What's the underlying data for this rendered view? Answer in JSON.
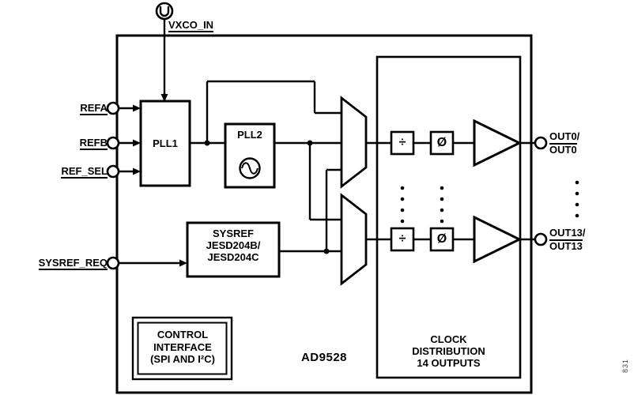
{
  "pins": {
    "vxco": "VXCO_IN",
    "refa": "REFA",
    "refb": "REFB",
    "ref_sel": "REF_SEL",
    "sysref_req": "SYSREF_REQ",
    "out0_line1": "OUT0/",
    "out0_line2": "OUT0",
    "out13_line1": "OUT13/",
    "out13_line2": "OUT13"
  },
  "blocks": {
    "pll1": "PLL1",
    "pll2": "PLL2",
    "sysref": [
      "SYSREF",
      "JESD204B/",
      "JESD204C"
    ],
    "control": [
      "CONTROL",
      "INTERFACE",
      "(SPI AND I²C)"
    ],
    "clock_dist": [
      "CLOCK",
      "DISTRIBUTION",
      "14 OUTPUTS"
    ],
    "divider": "÷",
    "phase": "Ø"
  },
  "chip_label": "AD9528",
  "fig_number": "831",
  "icons": {
    "vxco_source": "oscillator-icon",
    "vco": "sine-wave-icon"
  },
  "colors": {
    "line": "#000000",
    "background": "#ffffff"
  }
}
